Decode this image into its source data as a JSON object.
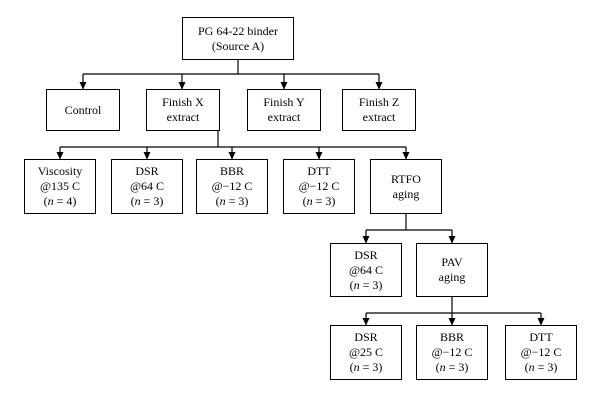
{
  "nodes": {
    "root": {
      "line1": "PG 64-22 binder",
      "line2": "(Source  A)"
    },
    "control": {
      "line1": "Control"
    },
    "finx": {
      "line1": "Finish X",
      "line2": "extract"
    },
    "finy": {
      "line1": "Finish Y",
      "line2": "extract"
    },
    "finz": {
      "line1": "Finish Z",
      "line2": "extract"
    },
    "visc": {
      "line1": "Viscosity",
      "line2": "@135 C",
      "n_var": "n",
      "n_val": " = 4)"
    },
    "dsr1": {
      "line1": "DSR",
      "line2": "@64 C",
      "n_var": "n",
      "n_val": " = 3)"
    },
    "bbr1": {
      "line1": "BBR",
      "line2": "@−12 C",
      "n_var": "n",
      "n_val": " = 3)"
    },
    "dtt1": {
      "line1": "DTT",
      "line2": "@−12 C",
      "n_var": "n",
      "n_val": " = 3)"
    },
    "rtfo": {
      "line1": "RTFO",
      "line2": "aging"
    },
    "dsr2": {
      "line1": "DSR",
      "line2": "@64 C",
      "n_var": "n",
      "n_val": " = 3)"
    },
    "pav": {
      "line1": "PAV",
      "line2": "aging"
    },
    "dsr3": {
      "line1": "DSR",
      "line2": "@25 C",
      "n_var": "n",
      "n_val": " = 3)"
    },
    "bbr2": {
      "line1": "BBR",
      "line2": "@−12 C",
      "n_var": "n",
      "n_val": " = 3)"
    },
    "dtt2": {
      "line1": "DTT",
      "line2": "@−12 C",
      "n_var": "n",
      "n_val": " = 3)"
    }
  }
}
